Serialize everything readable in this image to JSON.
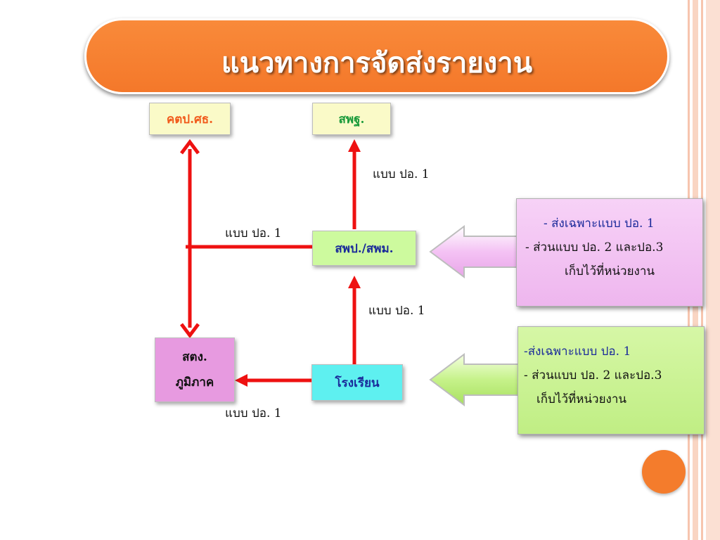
{
  "title": "แนวทางการจัดส่งรายงาน",
  "nodes": {
    "ktp": "คตป.ศธ.",
    "sp": "สพฐ.",
    "spp": "สพป./สพม.",
    "school": "โรงเรียน",
    "stg_line1": "สตง.",
    "stg_line2": "ภูมิภาค"
  },
  "edges": {
    "spp_to_sp": "แบบ ปอ. 1",
    "spp_to_ktp": "แบบ ปอ. 1",
    "school_to_spp": "แบบ ปอ. 1",
    "school_to_stg": "แบบ ปอ. 1"
  },
  "notes": {
    "spp_note": [
      "- ส่งเฉพาะแบบ ปอ. 1",
      "- ส่วนแบบ ปอ. 2 และปอ.3",
      "เก็บไว้ที่หน่วยงาน"
    ],
    "school_note": [
      "-ส่งเฉพาะแบบ ปอ. 1",
      "- ส่วนแบบ ปอ. 2 และปอ.3",
      "เก็บไว้ที่หน่วยงาน"
    ]
  },
  "colors": {
    "accent_orange": "#f47c2c",
    "arrow_red": "#ee1111",
    "pink_note": "#f4c2f4",
    "green_note": "#c6f28a",
    "school_box": "#5ef0f0",
    "stg_box": "#e79ae0",
    "yellow_box": "#fafac8"
  }
}
